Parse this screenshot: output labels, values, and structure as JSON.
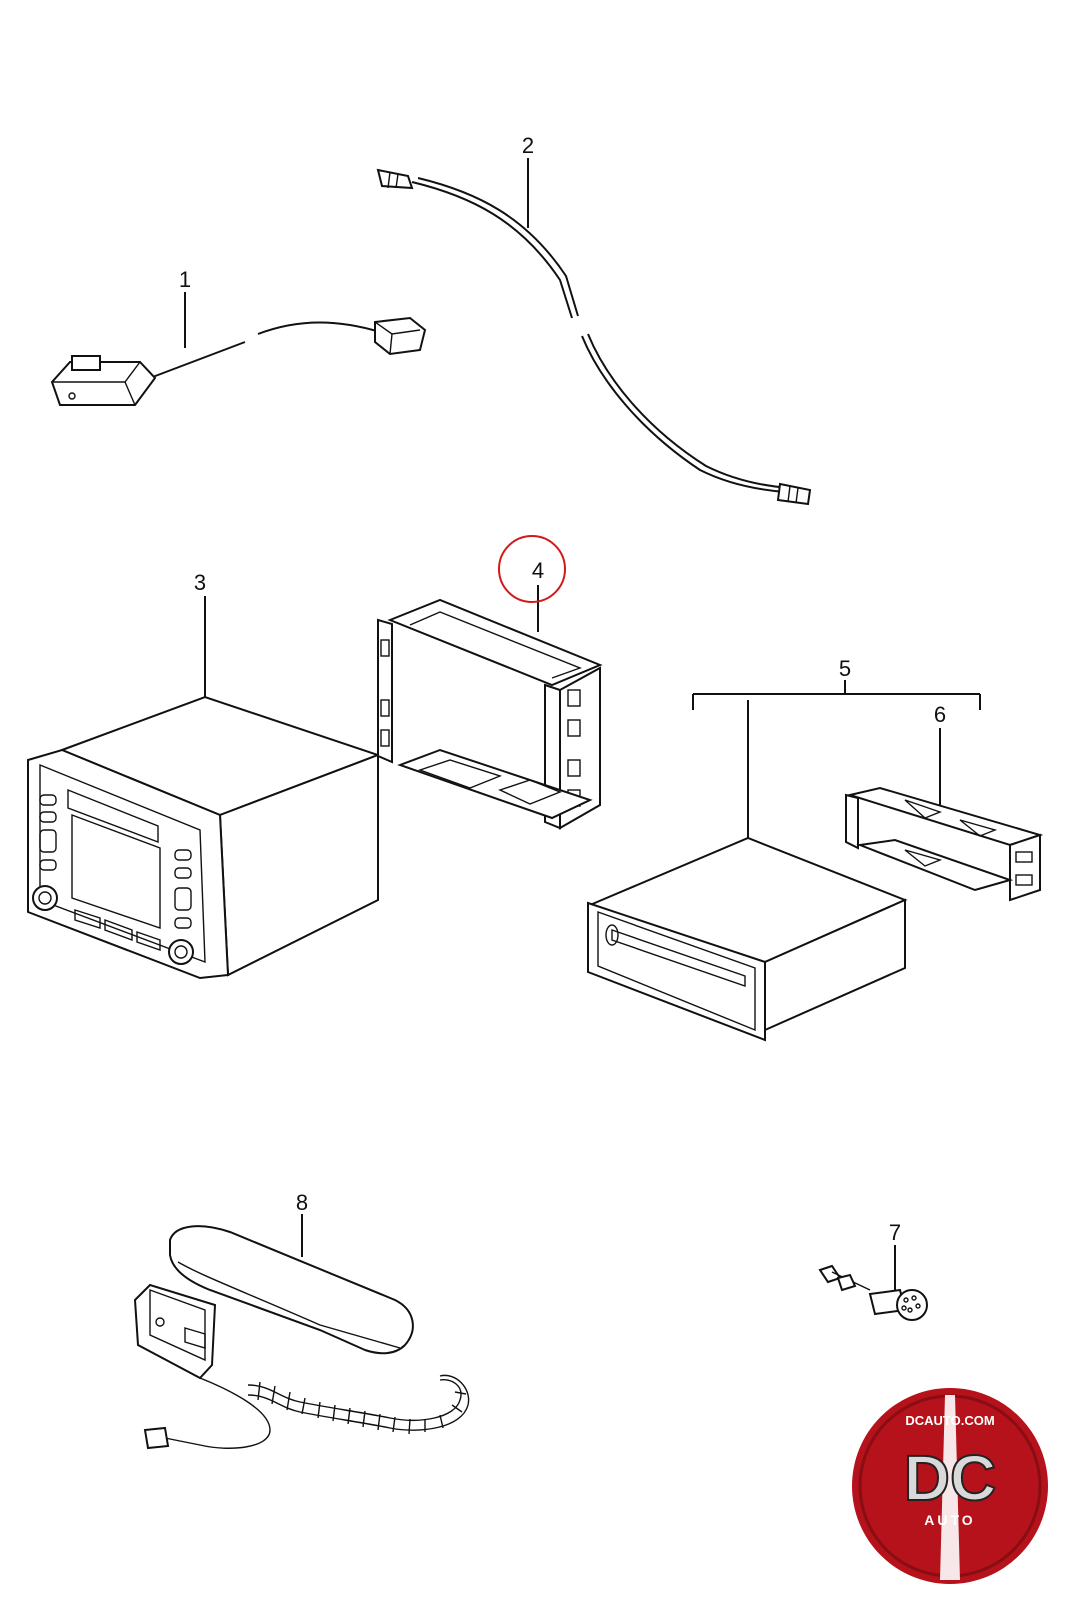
{
  "diagram": {
    "callouts": [
      {
        "id": "1",
        "label": "1"
      },
      {
        "id": "2",
        "label": "2"
      },
      {
        "id": "3",
        "label": "3"
      },
      {
        "id": "4",
        "label": "4",
        "highlighted": true
      },
      {
        "id": "5",
        "label": "5"
      },
      {
        "id": "6",
        "label": "6"
      },
      {
        "id": "7",
        "label": "7"
      },
      {
        "id": "8",
        "label": "8"
      }
    ],
    "highlight_color": "#d11a1a"
  },
  "watermark": {
    "top_text": "DCAUTO.COM",
    "main_text": "DC",
    "sub_text": "AUTO",
    "colors": {
      "badge": "#b5121b",
      "letters": "#d9d9d9"
    }
  }
}
